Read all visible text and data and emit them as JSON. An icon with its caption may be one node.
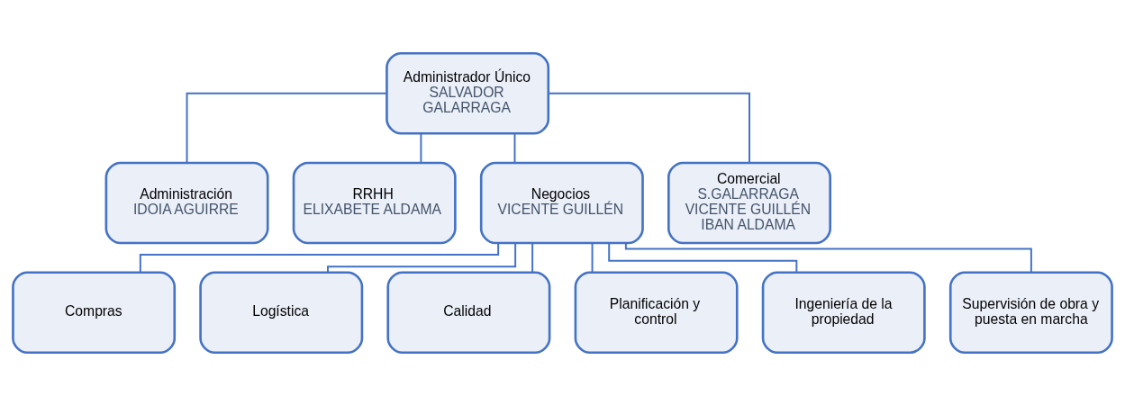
{
  "diagram": {
    "nodes": [
      {
        "text": [
          "Administrador Único",
          "SALVADOR GALARRAGA"
        ]
      },
      {
        "text": [
          "Administración",
          "IDOIA AGUIRRE"
        ]
      },
      {
        "text": [
          "RRHH",
          "ELIXABETE ALDAMA"
        ]
      },
      {
        "text": [
          "Negocios",
          "VICENTE GUILLÉN"
        ]
      },
      {
        "text": [
          "Comercial",
          "S.GALARRAGA VICENTE GUILLÉN IBAN ALDAMA"
        ]
      },
      {
        "text": [
          "Compras"
        ]
      },
      {
        "text": [
          "Logística"
        ]
      },
      {
        "text": [
          "Calidad"
        ]
      },
      {
        "text": [
          "Planificación y control"
        ]
      },
      {
        "text": [
          "Ingeniería de la propiedad"
        ]
      },
      {
        "text": [
          "Supervisión de obra y puesta en marcha"
        ]
      }
    ],
    "edges": [
      {
        "from": 0,
        "to": 1,
        "arrow": "none"
      },
      {
        "from": 0,
        "to": 2,
        "arrow": "none"
      },
      {
        "from": 0,
        "to": 3,
        "arrow": "none"
      },
      {
        "from": 0,
        "to": 4,
        "arrow": "none"
      },
      {
        "from": 3,
        "to": 5,
        "arrow": "none"
      },
      {
        "from": 3,
        "to": 6,
        "arrow": "none"
      },
      {
        "from": 3,
        "to": 7,
        "arrow": "none"
      },
      {
        "from": 3,
        "to": 8,
        "arrow": "none"
      },
      {
        "from": 3,
        "to": 9,
        "arrow": "none"
      },
      {
        "from": 3,
        "to": 10,
        "arrow": "none"
      }
    ]
  }
}
